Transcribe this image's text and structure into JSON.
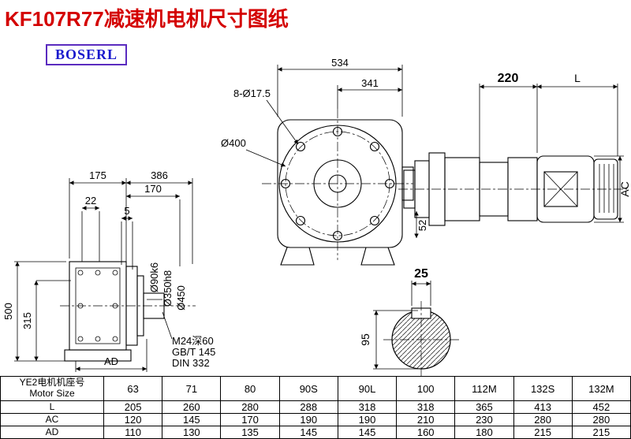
{
  "page": {
    "title": "KF107R77减速机电机尺寸图纸",
    "logo": "BOSERL"
  },
  "drawing": {
    "front": {
      "w534": "534",
      "w341": "341",
      "holes": "8-Ø17.5",
      "dia400": "Ø400",
      "d52": "52"
    },
    "motor": {
      "d220": "220",
      "dL": "L",
      "dAC": "AC"
    },
    "left": {
      "d175": "175",
      "d386": "386",
      "d170": "170",
      "d22": "22",
      "d5": "5",
      "d500": "500",
      "d315": "315",
      "shaft_dia": "Ø90k6",
      "spigot_dia": "Ø350h8",
      "flange_dia": "Ø450",
      "tap": "M24深60",
      "std_gbt": "GB/T 145",
      "std_din": "DIN 332",
      "dAD": "AD"
    },
    "section": {
      "key_w": "25",
      "dia": "95"
    }
  },
  "table": {
    "header": {
      "line1": "YE2电机机座号",
      "line2": "Motor Size"
    },
    "sizes": [
      "63",
      "71",
      "80",
      "90S",
      "90L",
      "100",
      "112M",
      "132S",
      "132M"
    ],
    "rows": [
      {
        "label": "L",
        "values": [
          "205",
          "260",
          "280",
          "288",
          "318",
          "318",
          "365",
          "413",
          "452"
        ]
      },
      {
        "label": "AC",
        "values": [
          "120",
          "145",
          "170",
          "190",
          "190",
          "210",
          "230",
          "280",
          "280"
        ]
      },
      {
        "label": "AD",
        "values": [
          "110",
          "130",
          "135",
          "145",
          "145",
          "160",
          "180",
          "215",
          "215"
        ]
      }
    ]
  }
}
